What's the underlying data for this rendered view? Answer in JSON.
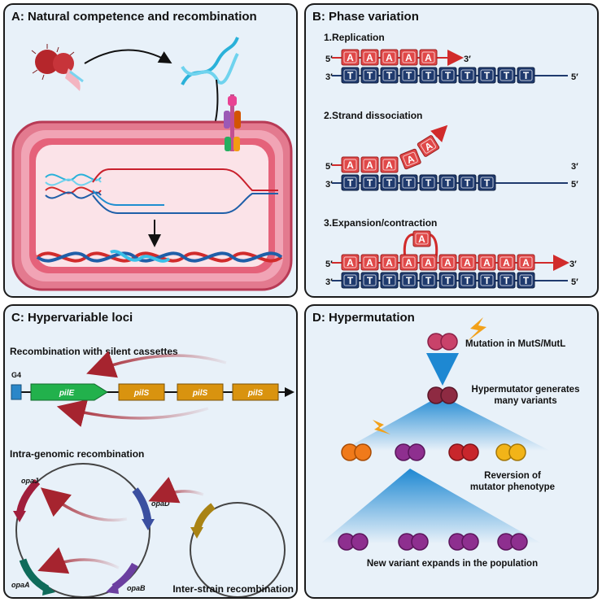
{
  "panel_a": {
    "title": "A: Natural competence and recombination"
  },
  "panel_b": {
    "title": "B: Phase variation",
    "step1": "1.Replication",
    "step2": "2.Strand dissociation",
    "step3": "3.Expansion/contraction",
    "base_a": "A",
    "base_t": "T",
    "end5": "5′",
    "end3": "3′"
  },
  "panel_c": {
    "title": "C: Hypervariable loci",
    "subtitle1": "Recombination with silent cassettes",
    "g4": "G4",
    "pile": "pilE",
    "pils": "pilS",
    "subtitle2": "Intra-genomic recombination",
    "opaJ": "opaJ",
    "opaD": "opaD",
    "opaA": "opaA",
    "opaB": "opaB",
    "inter": "Inter-strain recombination"
  },
  "panel_d": {
    "title": "D: Hypermutation",
    "mutation": "Mutation in MutS/MutL",
    "hyper1": "Hypermutator generates",
    "hyper2": "many variants",
    "reversion1": "Reversion of",
    "reversion2": "mutator phenotype",
    "expands": "New variant expands in the population"
  },
  "colors": {
    "panel_bg": "#e8f1f9",
    "base_red": "#e04848",
    "base_blue": "#1f3a6e",
    "cell_pink": "#e5627a",
    "pile_green": "#22b14c",
    "pils_orange": "#d9930f"
  }
}
